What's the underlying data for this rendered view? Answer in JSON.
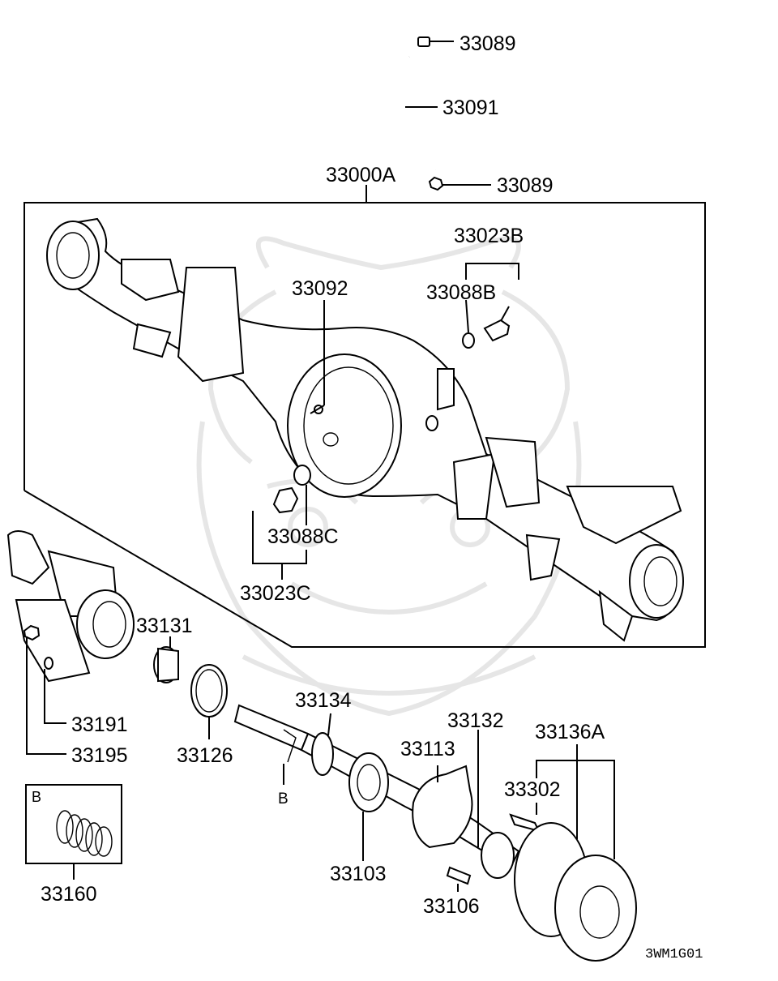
{
  "diagram": {
    "labels": {
      "p33089_top": "33089",
      "p33091": "33091",
      "p33089_bottom": "33089",
      "p33000A": "33000A",
      "p33023B": "33023B",
      "p33088B": "33088B",
      "p33092": "33092",
      "p33088C": "33088C",
      "p33023C": "33023C",
      "p33131": "33131",
      "p33191": "33191",
      "p33195": "33195",
      "p33126": "33126",
      "p33134": "33134",
      "p33132": "33132",
      "p33136A": "33136A",
      "p33113": "33113",
      "p33302": "33302",
      "ref_b": "B",
      "p33103": "33103",
      "p33106": "33106",
      "inset_b": "B",
      "p33160": "33160"
    },
    "drawing_code": "3WM1G01"
  }
}
